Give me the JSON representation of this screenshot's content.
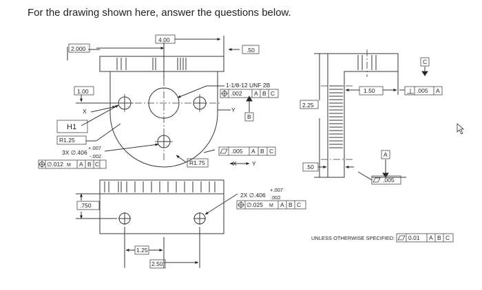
{
  "question": "For the drawing shown here, answer the questions below.",
  "front_view": {
    "dim_2000": "2.000",
    "dim_400": "4.00",
    "dim_050": ".50",
    "dim_100": "1.00",
    "datum_x": "X",
    "datum_y": "Y",
    "thread_callout": "1-1/8-12 UNF 2B",
    "thread_fcf": [
      ".002",
      "A",
      "B",
      "C"
    ],
    "datum_b": "B",
    "h1_label": "H1",
    "radius_125": "R1.25",
    "hole_size": "3X ∅.406",
    "hole_tol_plus": "+.007",
    "hole_tol_minus": "-.002",
    "hole_fcf": [
      "∅.012",
      "M",
      "A",
      "B",
      "C"
    ],
    "radius_175": "R1.75",
    "flatness_fcf": [
      ".005",
      "A",
      "B",
      "C"
    ],
    "arrow_label_x": "X",
    "arrow_label_y": "Y"
  },
  "bottom_view": {
    "dim_750": ".750",
    "dim_125": "1.25",
    "dim_250": "2.50",
    "hole_size": "2X ∅.406",
    "hole_tol_plus": "+.007",
    "hole_tol_minus": ".002",
    "hole_fcf": [
      "∅.025",
      "M",
      "A",
      "B",
      "C"
    ]
  },
  "side_view": {
    "dim_225": "2.25",
    "dim_050": ".50",
    "dim_150": "1.50",
    "datum_c": "C",
    "perp_fcf": [
      ".005",
      "A"
    ],
    "datum_a": "A",
    "flatness_value": ".005"
  },
  "note": {
    "text": "UNLESS OTHERWISE SPECIFIED:",
    "fcf": [
      "0.01",
      "A",
      "B",
      "C"
    ]
  }
}
